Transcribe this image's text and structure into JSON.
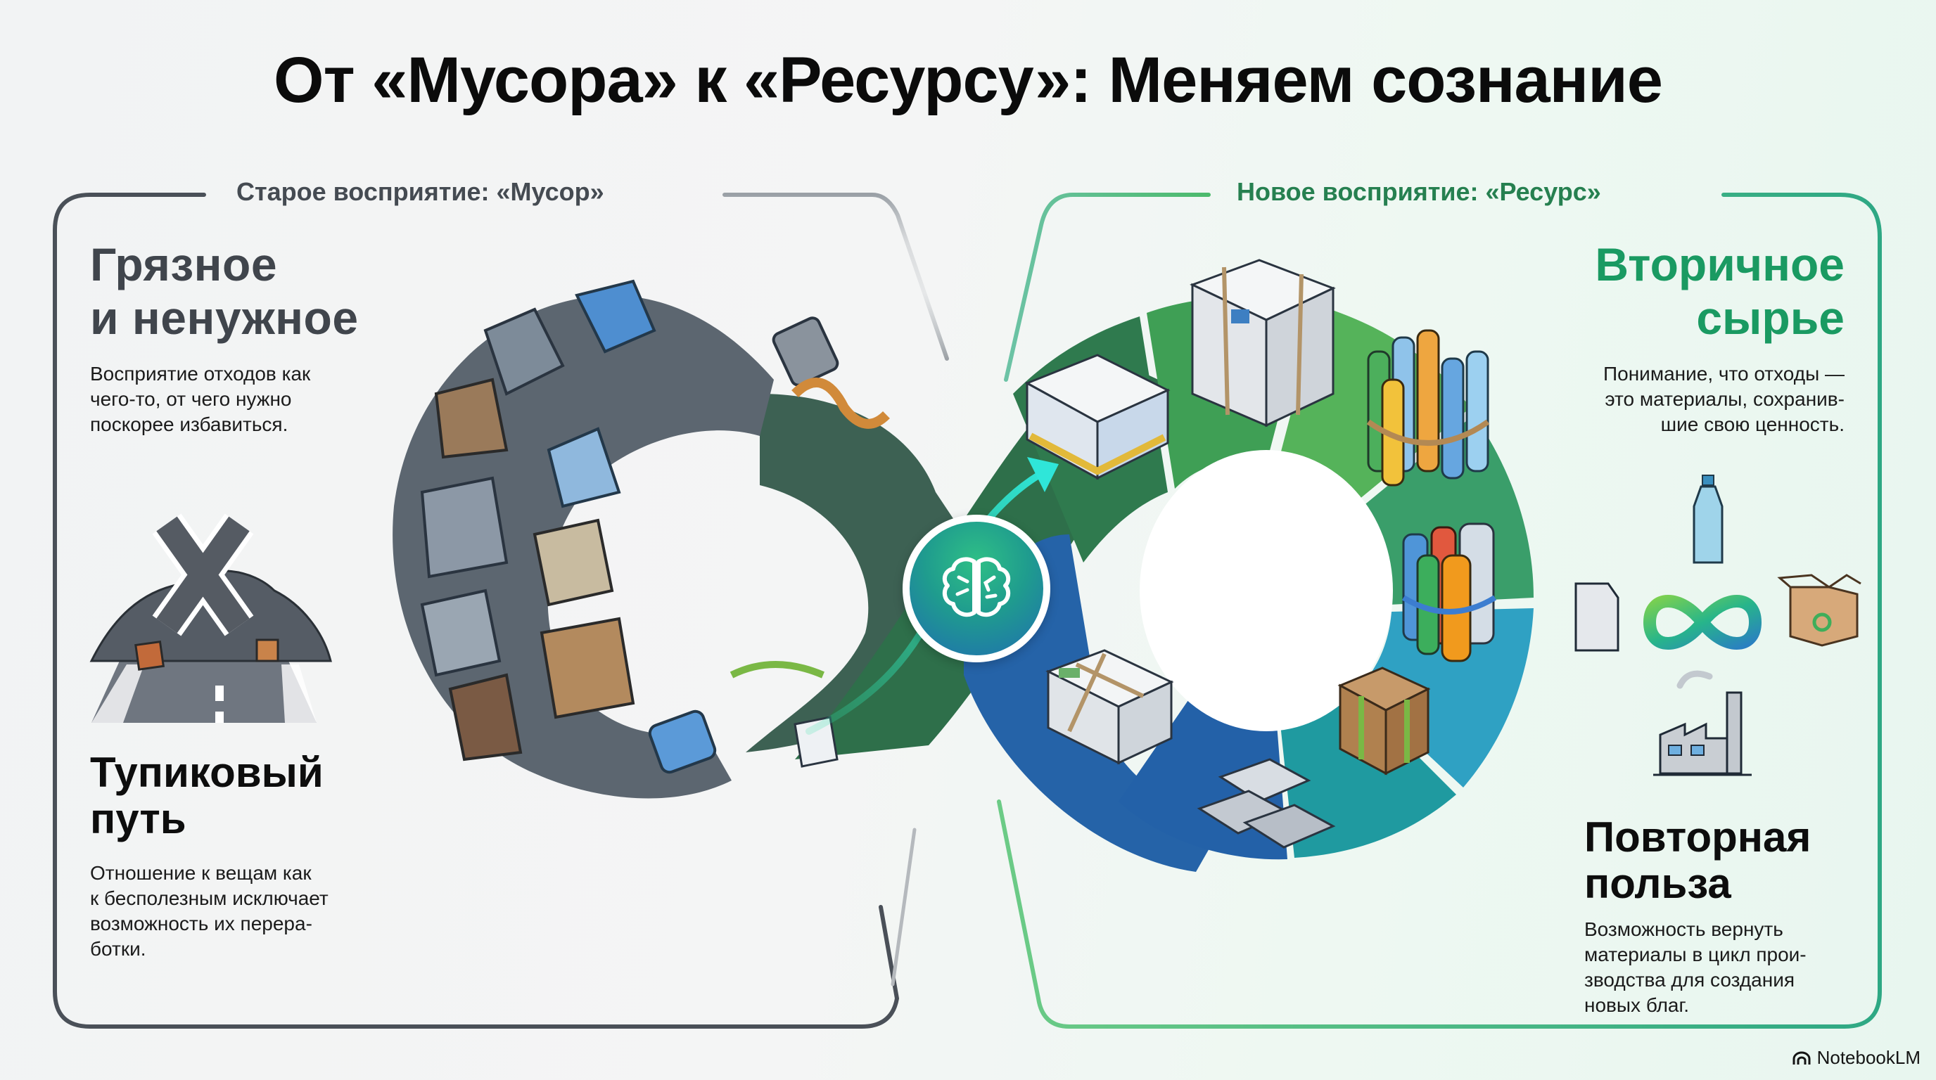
{
  "title": "От «Мусора» к «Ресурсу»: Меняем сознание",
  "old_perception": {
    "label": "Старое восприятие: «Мусор»",
    "border_color": "#4a5058",
    "block1": {
      "heading_line1": "Грязное",
      "heading_line2": "и ненужное",
      "text_lines": [
        "Восприятие отходов как",
        "чего-то, от чего нужно",
        "поскорее избавиться."
      ]
    },
    "illustration": "dead-end-road-with-trash-pile-and-x-icon",
    "block2": {
      "heading_line1": "Тупиковый",
      "heading_line2": "путь",
      "text_lines": [
        "Отношение к вещам как",
        "к бесполезным исключает",
        "возможность их перера-",
        "ботки."
      ]
    }
  },
  "center": {
    "left_loop": "trash-pile-loop",
    "brain_icon": "brain-icon",
    "arrow": "transformation-arrow",
    "right_loop_segments": [
      {
        "name": "paper-bundle-small",
        "color": "#2f7a4e"
      },
      {
        "name": "paper-bundle-tall",
        "color": "#3fa354"
      },
      {
        "name": "plastic-bottles-bundle",
        "color": "#55b35a"
      },
      {
        "name": "mixed-plastic-containers",
        "color": "#3a9e6a"
      },
      {
        "name": "wood-fiber-bale",
        "color": "#2fa1c3"
      },
      {
        "name": "metal-ingots",
        "color": "#1f9aa0"
      },
      {
        "name": "newspaper-bundle",
        "color": "#2361a8"
      }
    ]
  },
  "new_perception": {
    "label": "Новое восприятие: «Ресурс»",
    "border_color": "#3db36e",
    "block1": {
      "heading_line1": "Вторичное",
      "heading_line2": "сырье",
      "text_lines": [
        "Понимание, что отходы —",
        "это материалы, сохранив-",
        "шие свою ценность."
      ]
    },
    "icons": [
      "bottle-icon",
      "milk-carton-icon",
      "infinity-icon",
      "recycle-box-icon",
      "factory-icon"
    ],
    "block2": {
      "heading_line1": "Повторная",
      "heading_line2": "польза",
      "text_lines": [
        "Возможность вернуть",
        "материалы в цикл прои-",
        "зводства для создания",
        "новых благ."
      ]
    }
  },
  "footer": {
    "brand": "NotebookLM"
  }
}
